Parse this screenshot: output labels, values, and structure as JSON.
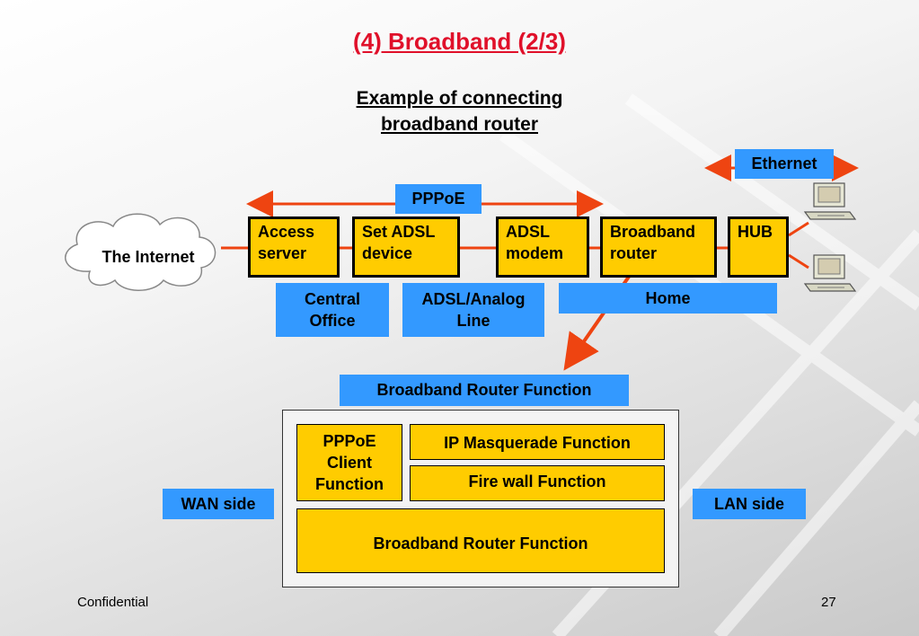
{
  "title": "(4) Broadband (2/3)",
  "subtitle": {
    "line1": "Example of connecting",
    "line2": "broadband router"
  },
  "cloud_label": "The Internet",
  "labels": {
    "pppoe": "PPPoE",
    "ethernet": "Ethernet"
  },
  "nodes": [
    {
      "line1": "Access",
      "line2": "server"
    },
    {
      "line1": "Set ADSL",
      "line2": "device"
    },
    {
      "line1": "ADSL",
      "line2": "modem"
    },
    {
      "line1": "Broadband",
      "line2": "router"
    },
    {
      "line1": "HUB",
      "line2": ""
    }
  ],
  "segments": {
    "central_office": {
      "line1": "Central",
      "line2": "Office"
    },
    "adsl_line": {
      "line1": "ADSL/Analog",
      "line2": "Line"
    },
    "home": "Home"
  },
  "function_header": "Broadband Router Function",
  "functions": {
    "pppoe_client": {
      "line1": "PPPoE",
      "line2": "Client",
      "line3": "Function"
    },
    "ip_masquerade": "IP Masquerade Function",
    "firewall": "Fire wall Function",
    "broadband_router": "Broadband Router Function"
  },
  "sides": {
    "wan": "WAN side",
    "lan": "LAN side"
  },
  "footer": {
    "left": "Confidential",
    "page": "27"
  },
  "colors": {
    "title": "#e0102a",
    "box": "#ffcc00",
    "label": "#3399ff",
    "connector": "#ee4411"
  }
}
